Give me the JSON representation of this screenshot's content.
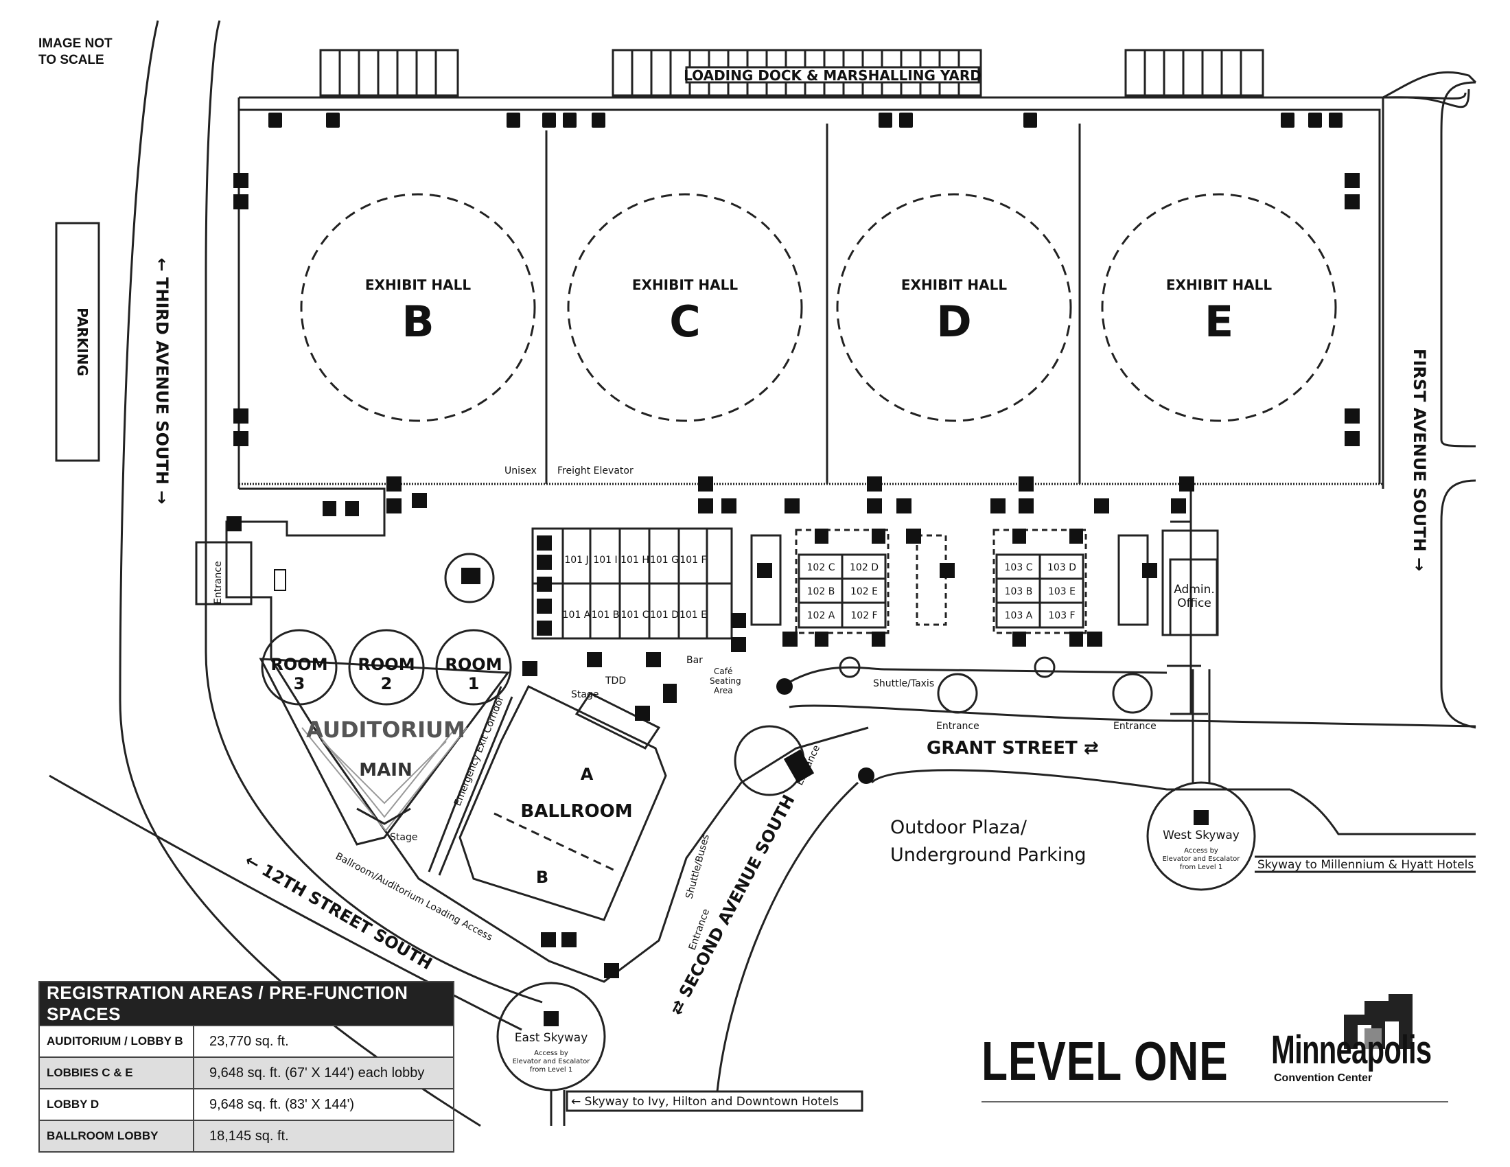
{
  "map": {
    "scale_note": [
      "IMAGE NOT",
      "TO SCALE"
    ],
    "level_title": "LEVEL ONE",
    "brand": {
      "name": "Minneapolis",
      "subtitle": "Convention Center"
    },
    "streets": {
      "third_avenue": "← THIRD AVENUE SOUTH →",
      "first_avenue": "FIRST AVENUE SOUTH →",
      "twelfth_street": "← 12TH STREET SOUTH",
      "second_avenue": "⇄ SECOND AVENUE SOUTH",
      "grant_street": "GRANT STREET ⇄"
    },
    "loading_dock": "LOADING DOCK & MARSHALLING YARD",
    "parking": "PARKING",
    "exhibit_halls": [
      {
        "caption": "EXHIBIT HALL",
        "letter": "B"
      },
      {
        "caption": "EXHIBIT HALL",
        "letter": "C"
      },
      {
        "caption": "EXHIBIT HALL",
        "letter": "D"
      },
      {
        "caption": "EXHIBIT HALL",
        "letter": "E"
      }
    ],
    "rooms_101": [
      "101 J",
      "101 I",
      "101 H",
      "101 G",
      "101 F",
      "101 A",
      "101 B",
      "101 C",
      "101 D",
      "101 E"
    ],
    "rooms_102": [
      "102 C",
      "102 D",
      "102 B",
      "102 E",
      "102 A",
      "102 F"
    ],
    "rooms_103": [
      "103 C",
      "103 D",
      "103 B",
      "103 E",
      "103 A",
      "103 F"
    ],
    "auditorium": {
      "rooms": [
        [
          "ROOM",
          "3"
        ],
        [
          "ROOM",
          "2"
        ],
        [
          "ROOM",
          "1"
        ]
      ],
      "title": "AUDITORIUM",
      "main": "MAIN",
      "stage": "Stage"
    },
    "ballroom": {
      "title": "BALLROOM",
      "a": "A",
      "b": "B",
      "stage": "Stage"
    },
    "labels": {
      "unisex": "Unisex",
      "freight_elevator": "Freight Elevator",
      "entrance": "Entrance",
      "admin_office": [
        "Admin.",
        "Office"
      ],
      "shuttle_taxis": "Shuttle/Taxis",
      "shuttle_buses": "Shuttle/Buses",
      "bar": "Bar",
      "cafe": [
        "Café",
        "Seating",
        "Area"
      ],
      "tdd": "TDD",
      "emergency_corridor": "Emergency Exit Corridor",
      "loading_access": "Ballroom/Auditorium Loading Access",
      "outdoor_plaza": [
        "Outdoor Plaza/",
        "Underground Parking"
      ]
    },
    "skyways": {
      "west": {
        "name": "West Skyway",
        "note": [
          "Access by",
          "Elevator and Escalator",
          "from Level 1"
        ],
        "destination": "Skyway to Millennium & Hyatt Hotels"
      },
      "east": {
        "name": "East Skyway",
        "note": [
          "Access by",
          "Elevator and Escalator",
          "from Level 1"
        ],
        "destination": "← Skyway to Ivy, Hilton and Downtown Hotels"
      }
    }
  },
  "registration": {
    "heading": "REGISTRATION AREAS / PRE-FUNCTION SPACES",
    "rows": [
      {
        "area": "AUDITORIUM / LOBBY B",
        "size": "23,770 sq. ft."
      },
      {
        "area": "LOBBIES C & E",
        "size": "9,648 sq. ft. (67' X 144') each lobby"
      },
      {
        "area": "LOBBY D",
        "size": "9,648 sq. ft. (83' X 144')"
      },
      {
        "area": "BALLROOM LOBBY",
        "size": "18,145 sq. ft."
      }
    ]
  },
  "icons": [
    "restroom-icon",
    "exit-icon",
    "stairs-icon",
    "elevator-icon",
    "escalator-icon",
    "atm-icon",
    "first-aid-icon",
    "phone-icon",
    "taxi-icon",
    "transit-icon",
    "parking-icon",
    "telephone-icon",
    "fire-extinguisher-icon",
    "coffee-icon"
  ]
}
